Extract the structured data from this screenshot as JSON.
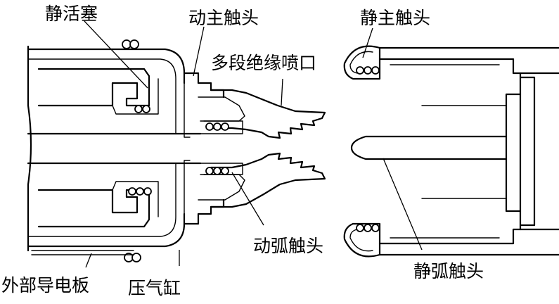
{
  "labels": {
    "static_piston": "静活塞",
    "moving_main_contact": "动主触头",
    "multi_section_nozzle": "多段绝缘喷口",
    "static_main_contact": "静主触头",
    "moving_arc_contact": "动弧触头",
    "static_arc_contact": "静弧触头",
    "outer_conductor_plate": "外部导电板",
    "puffer_cylinder": "压气缸"
  }
}
